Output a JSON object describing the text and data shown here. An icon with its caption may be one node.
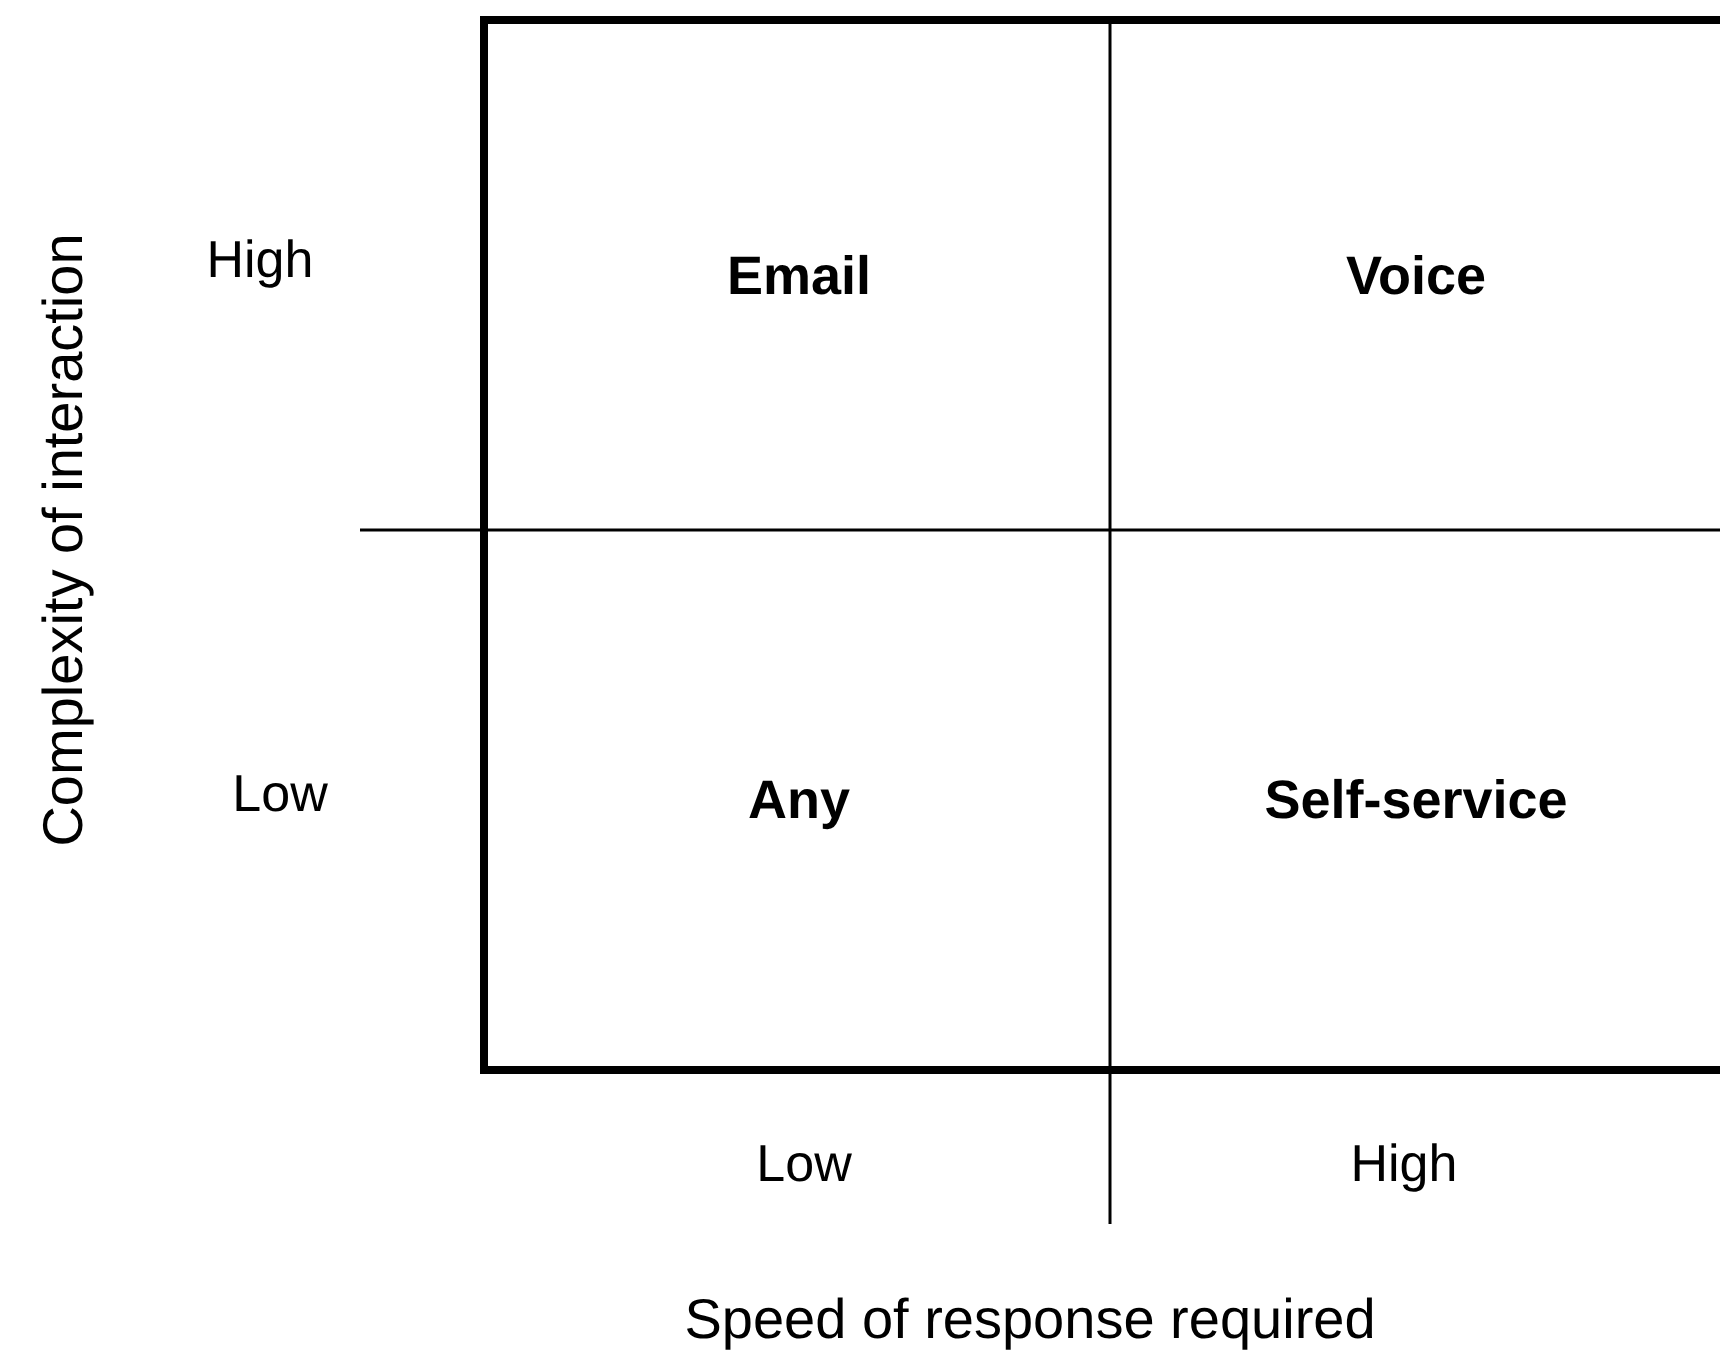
{
  "diagram": {
    "nodes": [
      {
        "text": [
          "Email"
        ]
      },
      {
        "text": [
          "Voice"
        ]
      },
      {
        "text": [
          "Any"
        ]
      },
      {
        "text": [
          "Self-service"
        ]
      }
    ],
    "edges": [],
    "labels": [
      "Complexity of interaction",
      "High",
      "Low",
      "Low",
      "High",
      "Speed of response required"
    ]
  }
}
